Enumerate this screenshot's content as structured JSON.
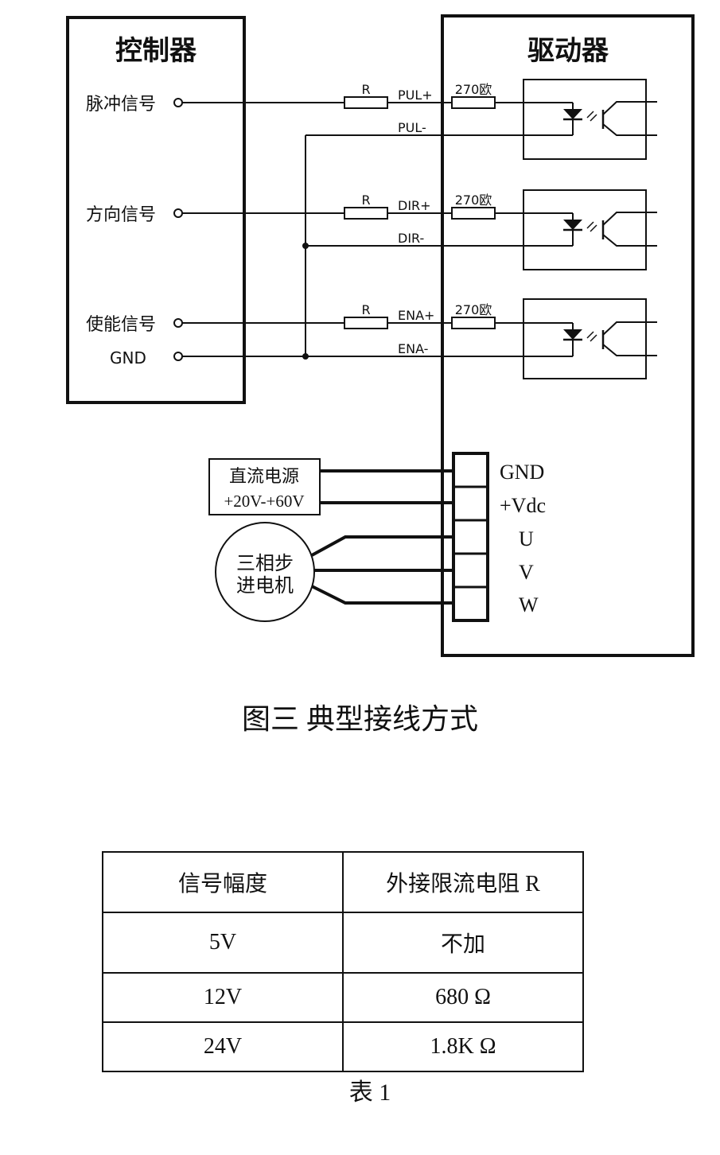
{
  "diagram": {
    "controller": {
      "title": "控制器",
      "pins": [
        "脉冲信号",
        "方向信号",
        "使能信号",
        "GND"
      ]
    },
    "driver": {
      "title": "驱动器",
      "inputs": [
        "PUL+",
        "PUL-",
        "DIR+",
        "DIR-",
        "ENA+",
        "ENA-"
      ],
      "resistor_label": "R",
      "internal_resistor": "270欧",
      "terminals": [
        "GND",
        "+Vdc",
        "U",
        "V",
        "W"
      ]
    },
    "power_supply": {
      "line1": "直流电源",
      "line2": "+20V-+60V"
    },
    "motor": {
      "line1": "三相步",
      "line2": "进电机"
    }
  },
  "caption": "图三  典型接线方式",
  "table": {
    "headers": [
      "信号幅度",
      "外接限流电阻 R"
    ],
    "rows": [
      [
        "5V",
        "不加"
      ],
      [
        "12V",
        "680 Ω"
      ],
      [
        "24V",
        "1.8K Ω"
      ]
    ],
    "caption": "表 1"
  }
}
